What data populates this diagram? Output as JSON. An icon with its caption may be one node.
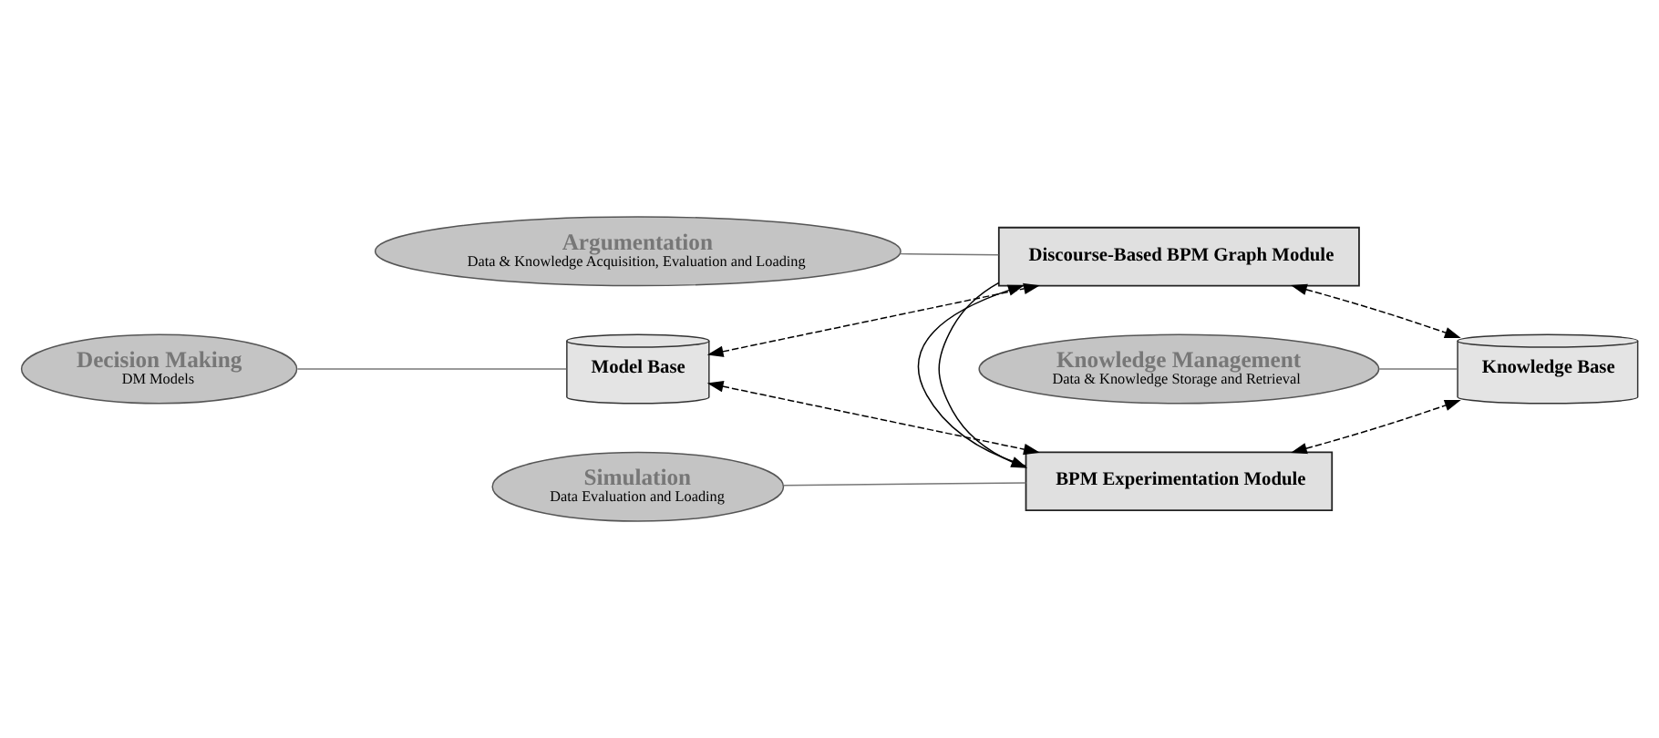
{
  "diagram": {
    "nodes": [
      {
        "text": [
          "Argumentation",
          "Data & Knowledge Acquisition, Evaluation and Loading"
        ]
      },
      {
        "text": [
          "Knowledge Management",
          "Data & Knowledge Storage and Retrieval"
        ]
      },
      {
        "text": [
          "Discourse-Based BPM Graph Module"
        ]
      },
      {
        "text": [
          "Model Base"
        ]
      },
      {
        "text": [
          "Knowledge Base"
        ]
      },
      {
        "text": [
          "BPM Experimentation Module"
        ]
      },
      {
        "text": [
          "Decision Making",
          "DM Models"
        ]
      },
      {
        "text": [
          "Simulation",
          "Data Evaluation and Loading"
        ]
      }
    ],
    "edges": [
      {
        "from": 0,
        "to": 2,
        "arrow": "none",
        "color": "#777777"
      },
      {
        "from": 1,
        "to": 4,
        "arrow": "none",
        "color": "#777777"
      },
      {
        "from": 6,
        "to": 3,
        "arrow": "none",
        "color": "#777777"
      },
      {
        "from": 7,
        "to": 5,
        "arrow": "none",
        "color": "#777777"
      },
      {
        "from": 3,
        "to": 2,
        "arrow": "both",
        "style": "dashed"
      },
      {
        "from": 3,
        "to": 5,
        "arrow": "both",
        "style": "dashed"
      },
      {
        "from": 2,
        "to": 4,
        "arrow": "both",
        "style": "dashed"
      },
      {
        "from": 5,
        "to": 4,
        "arrow": "both",
        "style": "dashed"
      },
      {
        "from": 2,
        "to": 5,
        "arrow": "to"
      },
      {
        "from": 5,
        "to": 2,
        "arrow": "to"
      }
    ]
  }
}
